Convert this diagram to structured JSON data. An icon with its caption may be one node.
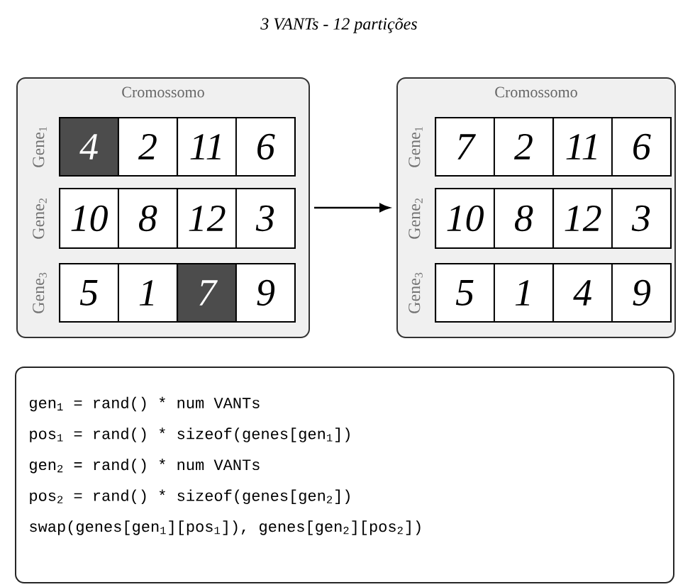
{
  "diagram": {
    "title": "3 VANTs - 12 partições",
    "nodes": [
      {
        "text": [
          "Cromossomo"
        ]
      },
      {
        "text": [],
        "shape": "box",
        "in": 0,
        "beside": [
          "Gene$_{1}$"
        ]
      },
      {
        "text": [
          "4"
        ],
        "in": 1
      },
      {
        "text": [
          "2"
        ],
        "in": 1
      },
      {
        "text": [
          "11"
        ],
        "in": 1
      },
      {
        "text": [
          "6"
        ],
        "in": 1
      },
      {
        "text": [],
        "shape": "box",
        "in": 0,
        "beside": [
          "Gene$_{2}$"
        ]
      },
      {
        "text": [
          "10"
        ],
        "in": 6
      },
      {
        "text": [
          "8"
        ],
        "in": 6
      },
      {
        "text": [
          "12"
        ],
        "in": 6
      },
      {
        "text": [
          "3"
        ],
        "in": 6
      },
      {
        "text": [],
        "shape": "box",
        "in": 0,
        "beside": [
          "Gene$_{3}$"
        ]
      },
      {
        "text": [
          "5"
        ],
        "in": 11
      },
      {
        "text": [
          "1"
        ],
        "in": 11
      },
      {
        "text": [
          "7"
        ],
        "in": 11
      },
      {
        "text": [
          "9"
        ],
        "in": 11
      },
      {
        "text": [
          "Cromossomo"
        ]
      },
      {
        "text": [],
        "shape": "box",
        "in": 16,
        "beside": [
          "Gene$_{1}$"
        ]
      },
      {
        "text": [
          "7"
        ],
        "in": 17
      },
      {
        "text": [
          "2"
        ],
        "in": 17
      },
      {
        "text": [
          "11"
        ],
        "in": 17
      },
      {
        "text": [
          "6"
        ],
        "in": 17
      },
      {
        "text": [],
        "shape": "box",
        "in": 16,
        "beside": [
          "Gene$_{2}$"
        ]
      },
      {
        "text": [
          "10"
        ],
        "in": 22
      },
      {
        "text": [
          "8"
        ],
        "in": 22
      },
      {
        "text": [
          "12"
        ],
        "in": 22
      },
      {
        "text": [
          "3"
        ],
        "in": 22
      },
      {
        "text": [],
        "shape": "box",
        "in": 16,
        "beside": [
          "Gene$_{3}$"
        ]
      },
      {
        "text": [
          "5"
        ],
        "in": 27
      },
      {
        "text": [
          "1"
        ],
        "in": 27
      },
      {
        "text": [
          "4"
        ],
        "in": 27
      },
      {
        "text": [
          "9"
        ],
        "in": 27
      },
      {
        "text": [
          "gen$_{1}$ = rand() * num VANTs",
          "pos$_{1}$ = rand() * sizeof(genes[gen$_{1}$])",
          "gen$_{2}$ = rand() * num VANTs",
          "pos$_{2}$ = rand() * sizeof(genes[gen$_{2}$])",
          "swap(genes[gen$_{1}$][pos$_{1}$]), genes[gen$_{2}$][pos$_{2}$])"
        ]
      }
    ],
    "edges": [
      {
        "from": 0,
        "to": 16,
        "arrow": "to"
      }
    ]
  }
}
